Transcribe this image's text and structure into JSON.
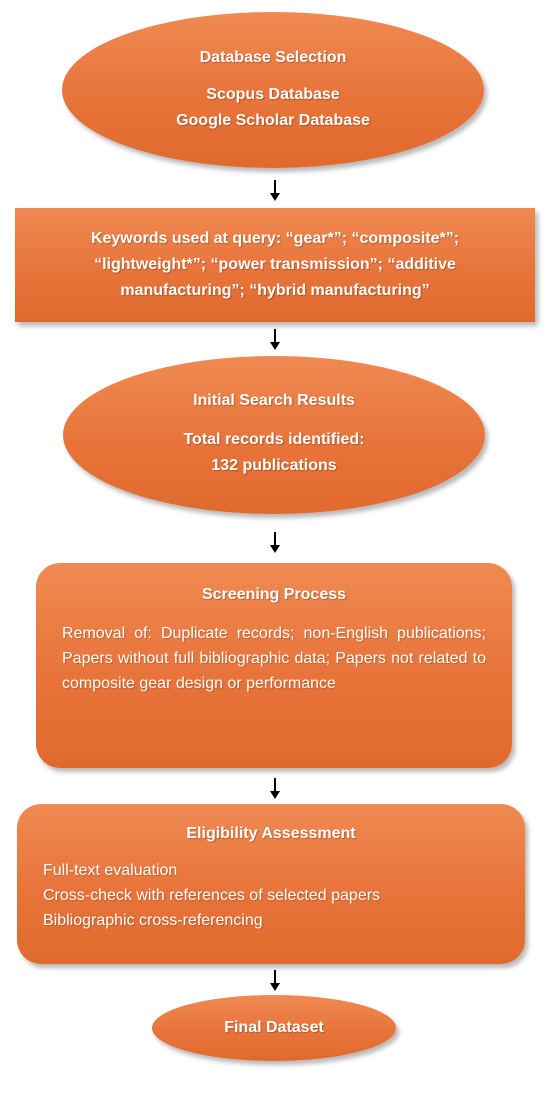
{
  "nodes": {
    "database": {
      "title": "Database Selection",
      "lines": [
        "Scopus Database",
        "Google Scholar Database"
      ]
    },
    "keywords": {
      "lines": [
        "Keywords used at query: “gear*”; “composite*”;",
        "“lightweight*”; “power transmission”; “additive",
        "manufacturing”; “hybrid manufacturing”"
      ]
    },
    "initial": {
      "title": "Initial Search Results",
      "lines": [
        "Total records identified:",
        "132 publications"
      ]
    },
    "screening": {
      "title": "Screening Process",
      "text": "Removal of: Duplicate records; non-English publications; Papers without full bibliographic data; Papers not related to composite gear design or performance"
    },
    "eligibility": {
      "title": "Eligibility Assessment",
      "lines": [
        "Full-text evaluation",
        "Cross-check with references of selected papers",
        "Bibliographic cross-referencing"
      ]
    },
    "final": {
      "title": "Final Dataset"
    }
  }
}
